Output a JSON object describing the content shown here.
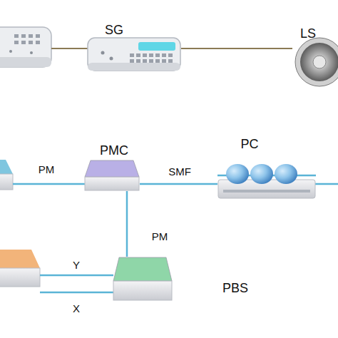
{
  "diagram": {
    "nodes": [
      {
        "text": [
          "SG"
        ]
      },
      {
        "text": [
          "LS"
        ]
      },
      {
        "text": [
          "PMC"
        ]
      },
      {
        "text": [
          "PC"
        ]
      },
      {
        "text": [
          "PBS"
        ]
      }
    ],
    "edges": [
      {
        "from": 0,
        "to": 1,
        "arrow": "none"
      },
      {
        "from": 2,
        "to": 3,
        "label": "SMF",
        "arrow": "none"
      },
      {
        "from": 2,
        "to": 4,
        "label": "PM",
        "arrow": "none"
      }
    ],
    "labels": [
      "PM",
      "Y",
      "X"
    ]
  }
}
